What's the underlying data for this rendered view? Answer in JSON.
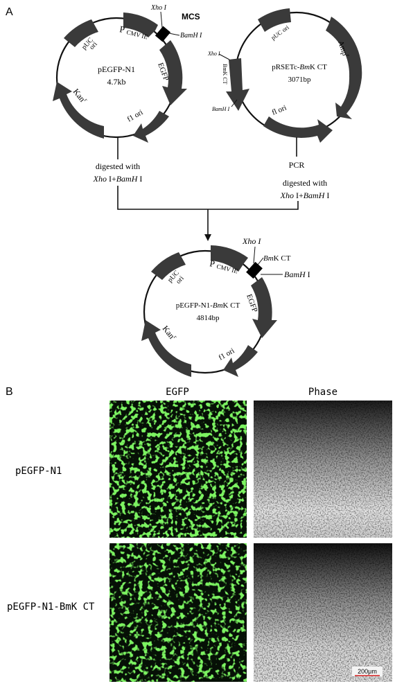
{
  "panel_a": {
    "label": "A",
    "plasmid1": {
      "name": "pEGFP-N1",
      "size": "4.7kb",
      "features": {
        "puc": [
          "pUC",
          "ori"
        ],
        "cmv_p": "P",
        "cmv_sub": "CMV IE",
        "egfp": "EGFP",
        "kan": "Kan",
        "kan_sup": "r",
        "f1": "f1 ori"
      },
      "sites": {
        "xho": "Xho I",
        "bam": "BamH I",
        "mcs": "MCS"
      }
    },
    "plasmid2": {
      "name_prefix": "pRSETc-",
      "name_italic": "Bm",
      "name_suffix": "K CT",
      "size": "3071bp",
      "features": {
        "puc": "pUC ori",
        "amp": "Amp",
        "amp_sup": "r",
        "bmk": "BmK CT",
        "f1": "fl ori"
      },
      "sites": {
        "xho": "Xho I",
        "bam": "BamH I"
      }
    },
    "step_left": {
      "line1": "digested with",
      "line2_italic": "Xho",
      "line2_mid": " I+",
      "line2_italic2": "BamH",
      "line2_end": " I"
    },
    "step_right": {
      "pcr": "PCR",
      "line1": "digested with",
      "line2_italic": "Xho",
      "line2_mid": " I+",
      "line2_italic2": "BamH",
      "line2_end": " I"
    },
    "plasmid3": {
      "name_prefix": "pEGFP-N1-",
      "name_italic": "Bm",
      "name_suffix": "K CT",
      "size": "4814bp",
      "features": {
        "puc": [
          "pUC",
          "ori"
        ],
        "cmv_p": "P",
        "cmv_sub": "CMV IE",
        "egfp": "EGFP",
        "kan": "Kan",
        "kan_sup": "r",
        "f1": "f1 ori"
      },
      "sites": {
        "xho": "Xho I",
        "bmk_italic": "Bm",
        "bmk_rest": "K CT",
        "bam_italic": "BamH",
        "bam_rest": " I"
      }
    }
  },
  "panel_b": {
    "label": "B",
    "col_egfp": "EGFP",
    "col_phase": "Phase",
    "row1": "pEGFP-N1",
    "row2": "pEGFP-N1-BmK CT",
    "scale_bar": "200μm"
  },
  "colors": {
    "feature": "#3a3a3a",
    "fluor": "#33e01f",
    "fluor_bg": "#061006"
  }
}
